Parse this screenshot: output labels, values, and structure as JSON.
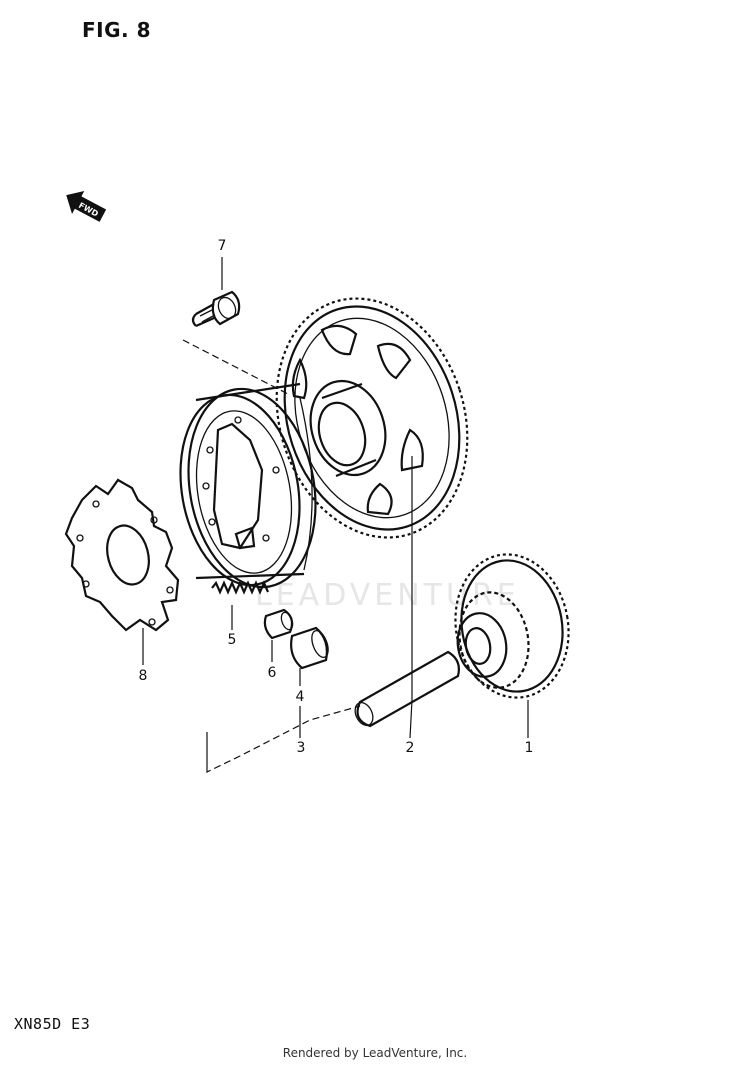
{
  "figure": {
    "title": "FIG. 8",
    "model_code": "XN85D E3"
  },
  "footer": {
    "text": "Rendered by LeadVenture, Inc."
  },
  "watermark": {
    "text": "LEADVENTURE"
  },
  "fwd_arrow": {
    "label": "FWD"
  },
  "callouts": [
    "1",
    "2",
    "3",
    "4",
    "5",
    "6",
    "7",
    "8"
  ]
}
